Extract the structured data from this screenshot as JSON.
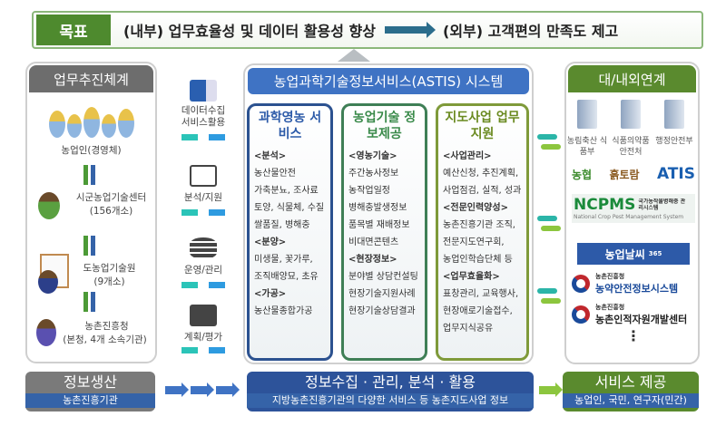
{
  "goal": {
    "label": "목표",
    "internal": "(내부) 업무효율성 및 데이터 활용성 향상",
    "external": "(외부) 고객편의 만족도 제고"
  },
  "left_panel": {
    "title": "업무추진체계",
    "nodes": [
      {
        "name": "농업인(경영체)",
        "sub": ""
      },
      {
        "name": "시군농업기술센터",
        "sub": "(156개소)"
      },
      {
        "name": "도농업기술원",
        "sub": "(9개소)"
      },
      {
        "name": "농촌진흥청",
        "sub": "(본청, 4개 소속기관)"
      }
    ]
  },
  "middle_icons": [
    {
      "label": "데이터수집\n서비스활용",
      "icon": "kiosk-icon"
    },
    {
      "label": "분석/지원",
      "icon": "monitor-chart-icon"
    },
    {
      "label": "운영/관리",
      "icon": "coins-icon"
    },
    {
      "label": "계획/평가",
      "icon": "presentation-icon"
    }
  ],
  "center_panel": {
    "title": "농업과학기술정보서비스(ASTIS) 시스템",
    "columns": [
      {
        "title": "과학영농 서비스",
        "lines": [
          [
            "<분석>",
            true
          ],
          [
            "농산물안전",
            false
          ],
          [
            "가축분뇨, 조사료",
            false
          ],
          [
            "토양, 식물체, 수질",
            false
          ],
          [
            "쌀품질, 병해충",
            false
          ],
          [
            "<분양>",
            true
          ],
          [
            "미생물, 꽃가루,",
            false
          ],
          [
            "조직배양묘, 초유",
            false
          ],
          [
            "<가공>",
            true
          ],
          [
            "농산물종합가공",
            false
          ]
        ]
      },
      {
        "title": "농업기술 정보제공",
        "lines": [
          [
            "<영농기술>",
            true
          ],
          [
            "주간농사정보",
            false
          ],
          [
            "농작업일정",
            false
          ],
          [
            "병해충발생정보",
            false
          ],
          [
            "품목별 재배정보",
            false
          ],
          [
            "비대면콘텐츠",
            false
          ],
          [
            "<현장정보>",
            true
          ],
          [
            "분야별 상담컨설팅",
            false
          ],
          [
            "현장기술지원사례",
            false
          ],
          [
            "현장기술상담결과",
            false
          ]
        ]
      },
      {
        "title": "지도사업 업무지원",
        "lines": [
          [
            "<사업관리>",
            true
          ],
          [
            "예산신청, 추진계획,",
            false
          ],
          [
            "사업점검, 실적, 성과",
            false
          ],
          [
            "<전문인력양성>",
            true
          ],
          [
            "농촌진흥기관 조직,",
            false
          ],
          [
            "전문지도연구회,",
            false
          ],
          [
            "농업인학습단체 등",
            false
          ],
          [
            "<업무효율화>",
            true
          ],
          [
            "표창관리, 교육행사,",
            false
          ],
          [
            "현장애로기술접수,",
            false
          ],
          [
            "업무지식공유",
            false
          ]
        ]
      }
    ]
  },
  "right_panel": {
    "title": "대/내외연계",
    "orgs": [
      "농림축산 식품부",
      "식품의약품 안전처",
      "행정안전부"
    ],
    "logos": {
      "nonghyup": "농협",
      "heuk": "흙토람",
      "atis": "ATIS",
      "ncpms": "NCPMS",
      "ncpms_kr": "국가농작물병해충 관리시스템",
      "ncpms_en": "National Crop Pest Management System",
      "weather": "농업날씨",
      "weather_num": "365",
      "rda1_small": "농촌진흥청",
      "rda1": "농약안전정보시스템",
      "rda2_small": "농촌진흥청",
      "rda2": "농촌인적자원개발센터",
      "more": "⋮"
    }
  },
  "bottom": {
    "produce": {
      "title": "정보생산",
      "sub": "농촌진흥기관"
    },
    "collect": {
      "title": "정보수집 · 관리, 분석 · 활용",
      "sub": "지방농촌진흥기관의 다양한 서비스 등 농촌지도사업 정보"
    },
    "service": {
      "title": "서비스 제공",
      "sub": "농업인, 국민, 연구자(민간)"
    }
  }
}
